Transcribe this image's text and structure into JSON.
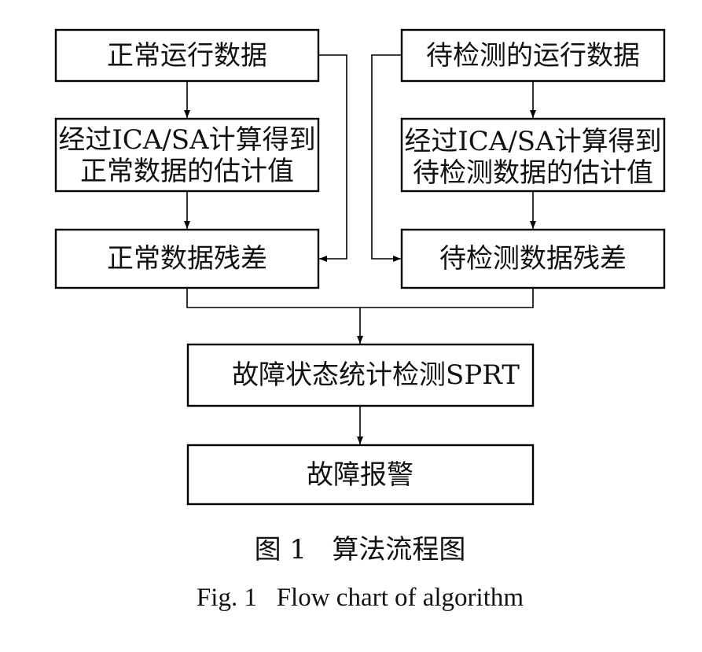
{
  "nodes": {
    "normal_data": "正常运行数据",
    "test_data": "待检测的运行数据",
    "normal_estimate": [
      "经过ICA/SA计算得到",
      "正常数据的估计值"
    ],
    "test_estimate": [
      "经过ICA/SA计算得到",
      "待检测数据的估计值"
    ],
    "normal_residual": "正常数据残差",
    "test_residual": "待检测数据残差",
    "sprt": "故障状态统计检测SPRT",
    "alarm": "故障报警"
  },
  "caption": {
    "chinese": "图 1   算法流程图",
    "english": "Fig. 1   Flow chart of algorithm"
  }
}
